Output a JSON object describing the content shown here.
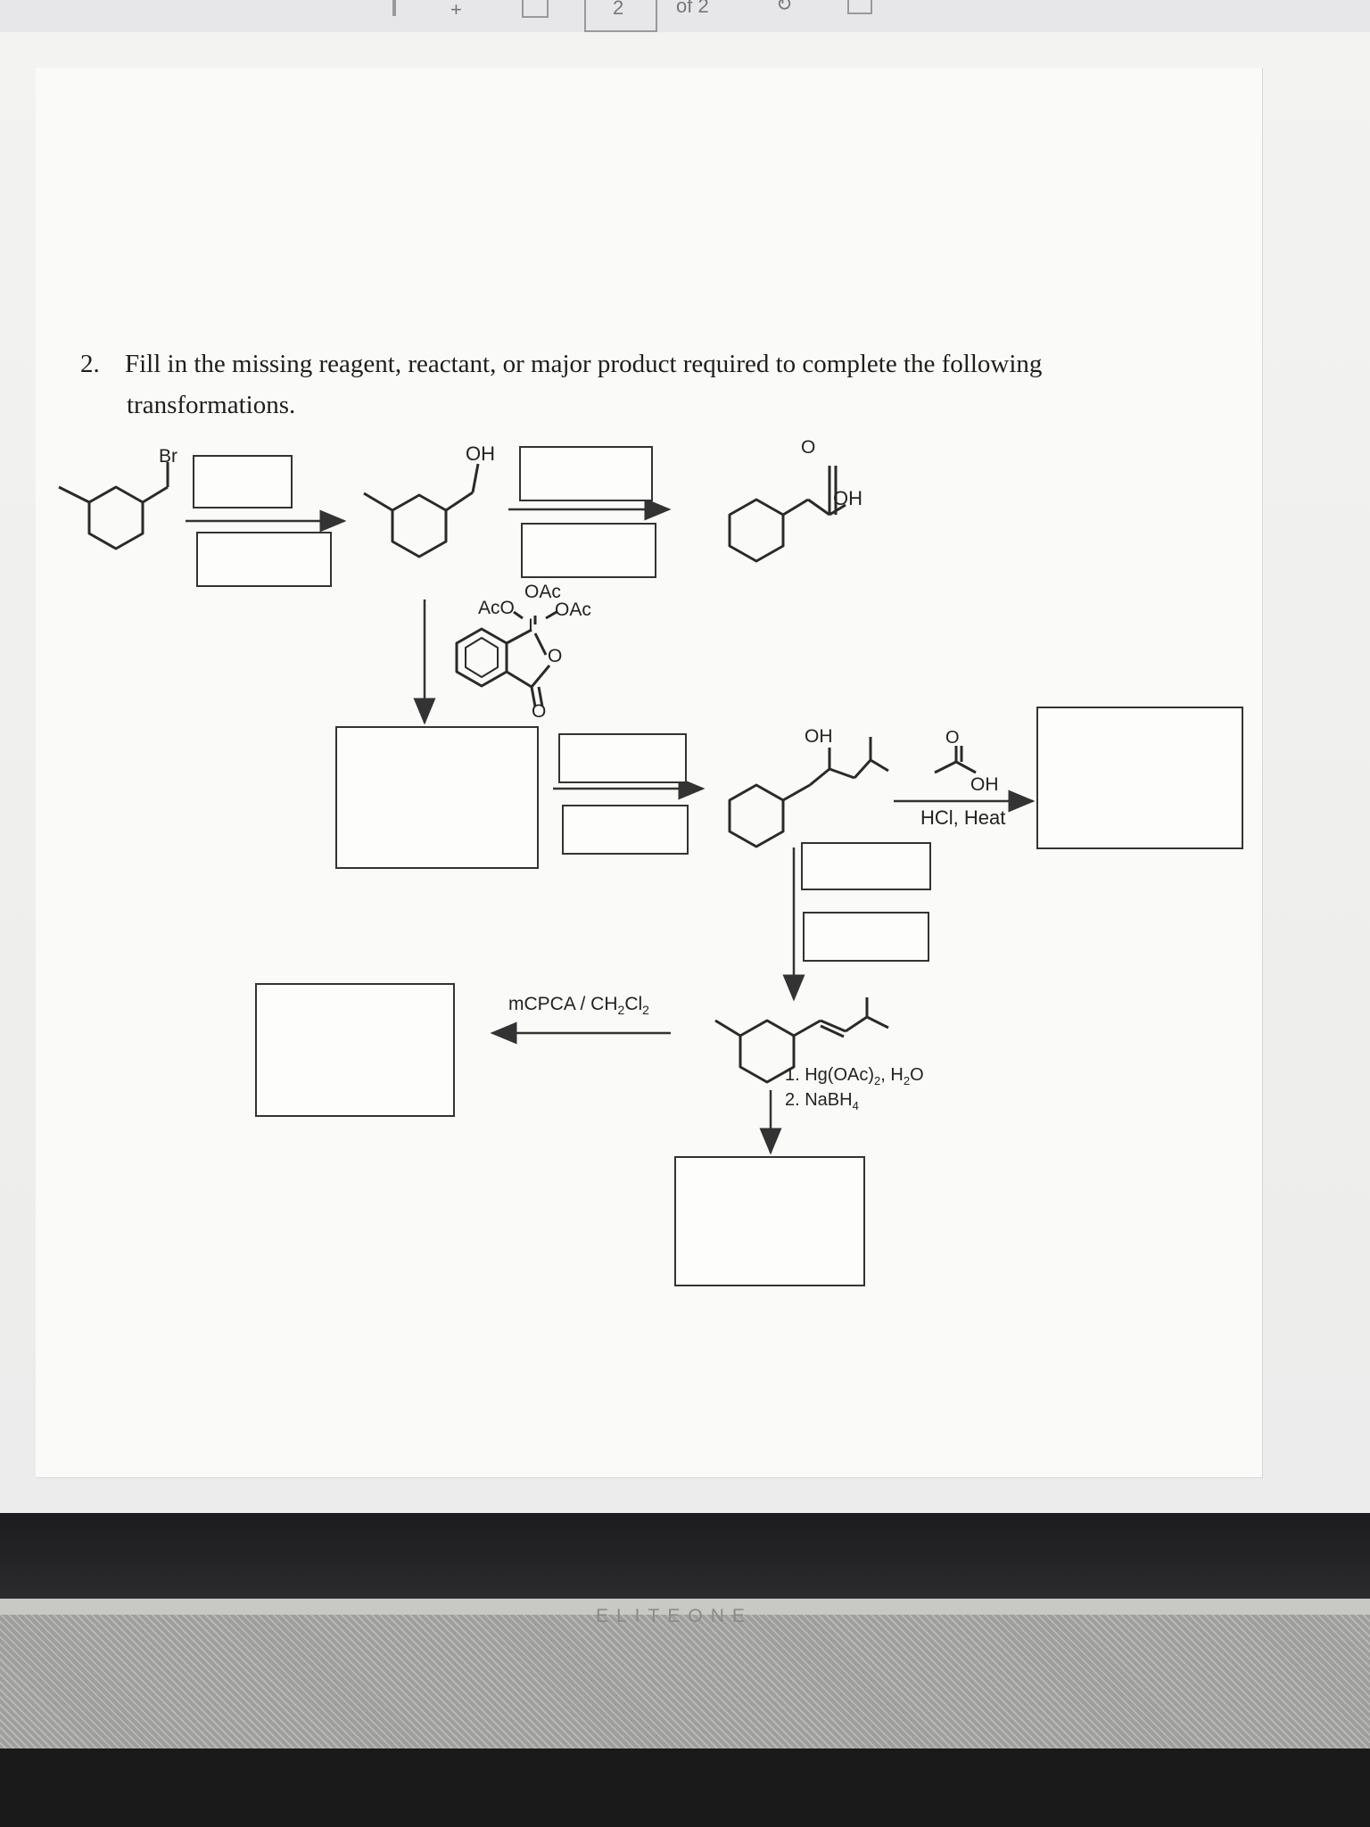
{
  "toolbar": {
    "page_current": "2",
    "page_of": "of 2",
    "plus_label": "+"
  },
  "question": {
    "number": "2.",
    "text_line1": "Fill in the missing reagent, reactant, or major product required to complete the following",
    "text_line2": "transformations."
  },
  "labels": {
    "br": "Br",
    "oh_1": "OH",
    "oh_acid": "OH",
    "oac_top": "OAc",
    "aco": "AcO",
    "oac_right": "OAc",
    "iodine": "I",
    "dmp_o": "O",
    "dmp_carbonyl_o": "O",
    "acid_o": "O",
    "oh_sec": "OH",
    "acetic_o": "O",
    "acetic_oh": "OH",
    "hcl_heat": "HCl, Heat",
    "mcpca": "mCPCA / CH",
    "mcpca_sub2": "2",
    "mcpca_cl": "Cl",
    "mcpca_sub2b": "2",
    "oxymerc_1": "1. Hg(OAc)",
    "oxymerc_1_sub": "2",
    "oxymerc_1_rest": ", H",
    "oxymerc_1_sub2": "2",
    "oxymerc_1_o": "O",
    "oxymerc_2": "2.  NaBH",
    "oxymerc_2_sub": "4"
  },
  "monitor": {
    "brand": "ELITEONE"
  }
}
